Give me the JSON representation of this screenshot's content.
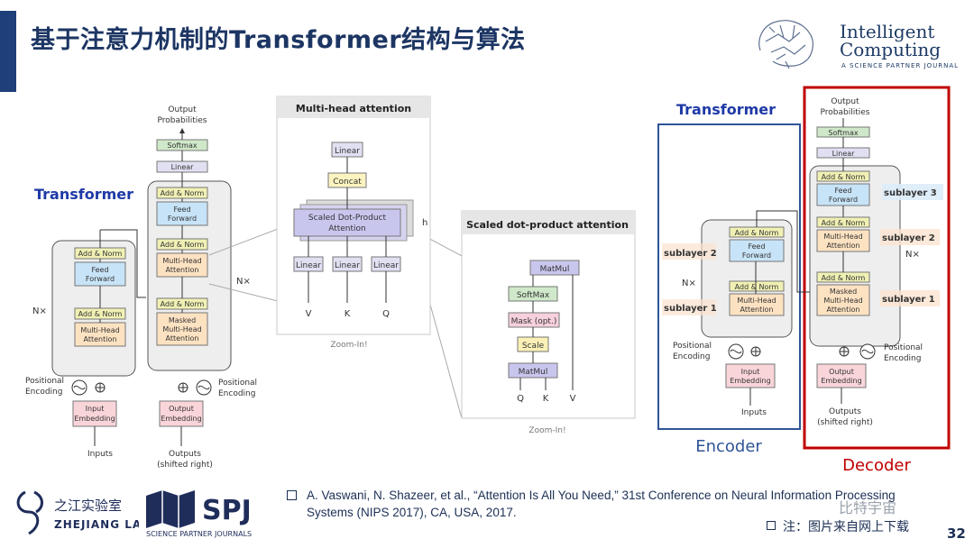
{
  "slide": {
    "title": "基于注意力机制的Transformer结构与算法",
    "page_number": "32"
  },
  "logos": {
    "intelligent_computing": [
      "Intelligent",
      "Computing",
      "A SCIENCE PARTNER JOURNAL"
    ],
    "zhejiang_lab": [
      "之江实验室",
      "ZHEJIANG LAB"
    ],
    "spj": [
      "SPJ",
      "SCIENCE PARTNER JOURNALS"
    ]
  },
  "left_diagram": {
    "title": "Transformer",
    "output_probabilities": [
      "Output",
      "Probabilities"
    ],
    "softmax": "Softmax",
    "linear": "Linear",
    "add_norm": "Add & Norm",
    "feed_forward": [
      "Feed",
      "Forward"
    ],
    "multi_head": [
      "Multi-Head",
      "Attention"
    ],
    "masked_multi_head": [
      "Masked",
      "Multi-Head",
      "Attention"
    ],
    "nx": "N×",
    "positional_encoding": [
      "Positional",
      "Encoding"
    ],
    "input_embedding": [
      "Input",
      "Embedding"
    ],
    "output_embedding": [
      "Output",
      "Embedding"
    ],
    "inputs": "Inputs",
    "outputs": [
      "Outputs",
      "(shifted right)"
    ]
  },
  "multihead_panel": {
    "title": "Multi-head attention",
    "linear": "Linear",
    "concat": "Concat",
    "sdpa": [
      "Scaled Dot-Product",
      "Attention"
    ],
    "h": "h",
    "inputs": [
      "V",
      "K",
      "Q"
    ],
    "zoom": "Zoom-In!"
  },
  "sdpa_panel": {
    "title": "Scaled dot-product attention",
    "matmul": "MatMul",
    "softmax": "SoftMax",
    "mask": "Mask (opt.)",
    "scale": "Scale",
    "inputs": [
      "Q",
      "K",
      "V"
    ],
    "zoom": "Zoom-In!"
  },
  "right_diagram": {
    "title": "Transformer",
    "encoder_label": "Encoder",
    "decoder_label": "Decoder",
    "sublayer1": "sublayer 1",
    "sublayer2": "sublayer 2",
    "sublayer3": "sublayer 3",
    "nx": "N×"
  },
  "footnote": {
    "text": "A. Vaswani, N. Shazeer, et al., “Attention Is All You Need,” 31st Conference on Neural Information Processing Systems (NIPS 2017), CA, USA, 2017.",
    "note": "注：图片来自网上下载",
    "watermark": "比特宇宙"
  },
  "colors": {
    "title": "#1c3563",
    "accent_bar": "#1f3f7a",
    "transformer_label": "#1f3aa6",
    "encoder_box": "#2f5597",
    "decoder_box": "#c00000",
    "add_norm_fill": "#f0f0b4",
    "feed_forward_fill": "#c7e3f7",
    "attention_fill": "#fde2c2",
    "embedding_fill": "#f9d5d9",
    "softmax_fill": "#cfe8c9",
    "linear_fill": "#e1e0f3",
    "sdpa_fill": "#c9c6ee",
    "concat_fill": "#fbf3c0",
    "mask_fill": "#f6d0dd",
    "scale_fill": "#fbf0b6"
  }
}
